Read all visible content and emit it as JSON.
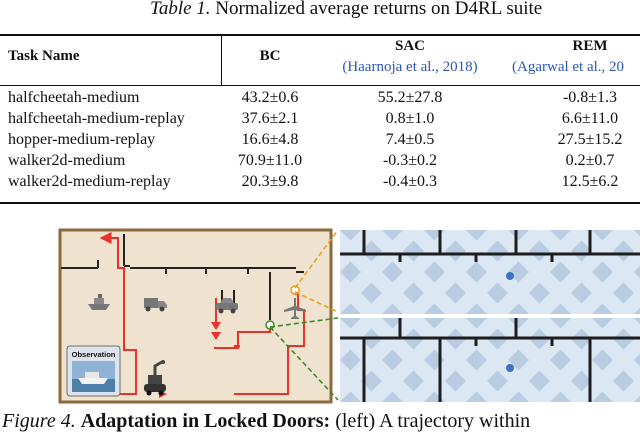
{
  "table_caption": {
    "label": "Table 1.",
    "text": "Normalized average returns on D4RL suite"
  },
  "table": {
    "headers": {
      "task": "Task Name",
      "bc": "BC",
      "sac": "SAC",
      "sac_cite": "(Haarnoja et al., 2018)",
      "rem": "REM",
      "rem_cite": "(Agarwal et al., 20"
    },
    "rows": [
      {
        "task": "halfcheetah-medium",
        "bc": "43.2±0.6",
        "sac": "55.2±27.8",
        "rem": "-0.8±1.3"
      },
      {
        "task": "halfcheetah-medium-replay",
        "bc": "37.6±2.1",
        "sac": "0.8±1.0",
        "rem": "6.6±11.0"
      },
      {
        "task": "hopper-medium-replay",
        "bc": "16.6±4.8",
        "sac": "7.4±0.5",
        "rem": "27.5±15.2"
      },
      {
        "task": "walker2d-medium",
        "bc": "70.9±11.0",
        "sac": "-0.3±0.2",
        "rem": "0.2±0.7"
      },
      {
        "task": "walker2d-medium-replay",
        "bc": "20.3±9.8",
        "sac": "-0.4±0.3",
        "rem": "12.5±6.2"
      }
    ]
  },
  "figure": {
    "observation_label": "Observation",
    "colors": {
      "map_bg": "#efe3cf",
      "map_border": "#8a6a3a",
      "trajectory": "#e8322a",
      "zoom_upper": "#e8a21f",
      "zoom_lower": "#3c8a2e",
      "tile_light": "#dbe7f3",
      "tile_dark": "#9db7d3",
      "dot": "#3a72c4"
    },
    "icons": [
      "ship-icon",
      "truck-icon",
      "car-icon",
      "airplane-icon",
      "robot-icon"
    ]
  },
  "figure_caption": {
    "label": "Figure 4.",
    "bold": "Adaptation in Locked Doors:",
    "text": "(left) A trajectory within"
  }
}
